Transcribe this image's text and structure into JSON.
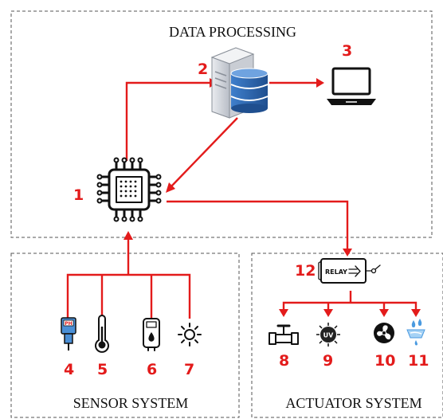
{
  "panels": {
    "data_processing": "DATA PROCESSING",
    "sensor_system": "SENSOR SYSTEM",
    "actuator_system": "ACTUATOR SYSTEM"
  },
  "nodes": {
    "microcontroller": {
      "number": "1",
      "icon": "microcontroller-chip-icon"
    },
    "server": {
      "number": "2",
      "icon": "server-database-icon"
    },
    "laptop": {
      "number": "3",
      "icon": "laptop-icon"
    },
    "ph_sensor": {
      "number": "4",
      "icon": "ph-sensor-icon",
      "label": "PH"
    },
    "temperature_sensor": {
      "number": "5",
      "icon": "thermometer-icon"
    },
    "humidity_sensor": {
      "number": "6",
      "icon": "humidity-sensor-icon"
    },
    "light_sensor": {
      "number": "7",
      "icon": "light-sun-icon"
    },
    "valve": {
      "number": "8",
      "icon": "valve-icon"
    },
    "uv_lamp": {
      "number": "9",
      "icon": "uv-lamp-icon",
      "label": "UV"
    },
    "fan": {
      "number": "10",
      "icon": "fan-icon"
    },
    "sprinkler": {
      "number": "11",
      "icon": "water-sprinkler-icon"
    },
    "relay": {
      "number": "12",
      "icon": "relay-module-icon",
      "label": "RELAY"
    }
  },
  "colors": {
    "connection": "#e31b1b",
    "number_label": "#e31b1b",
    "panel_border": "#555555",
    "server_blue": "#2f6db5"
  }
}
